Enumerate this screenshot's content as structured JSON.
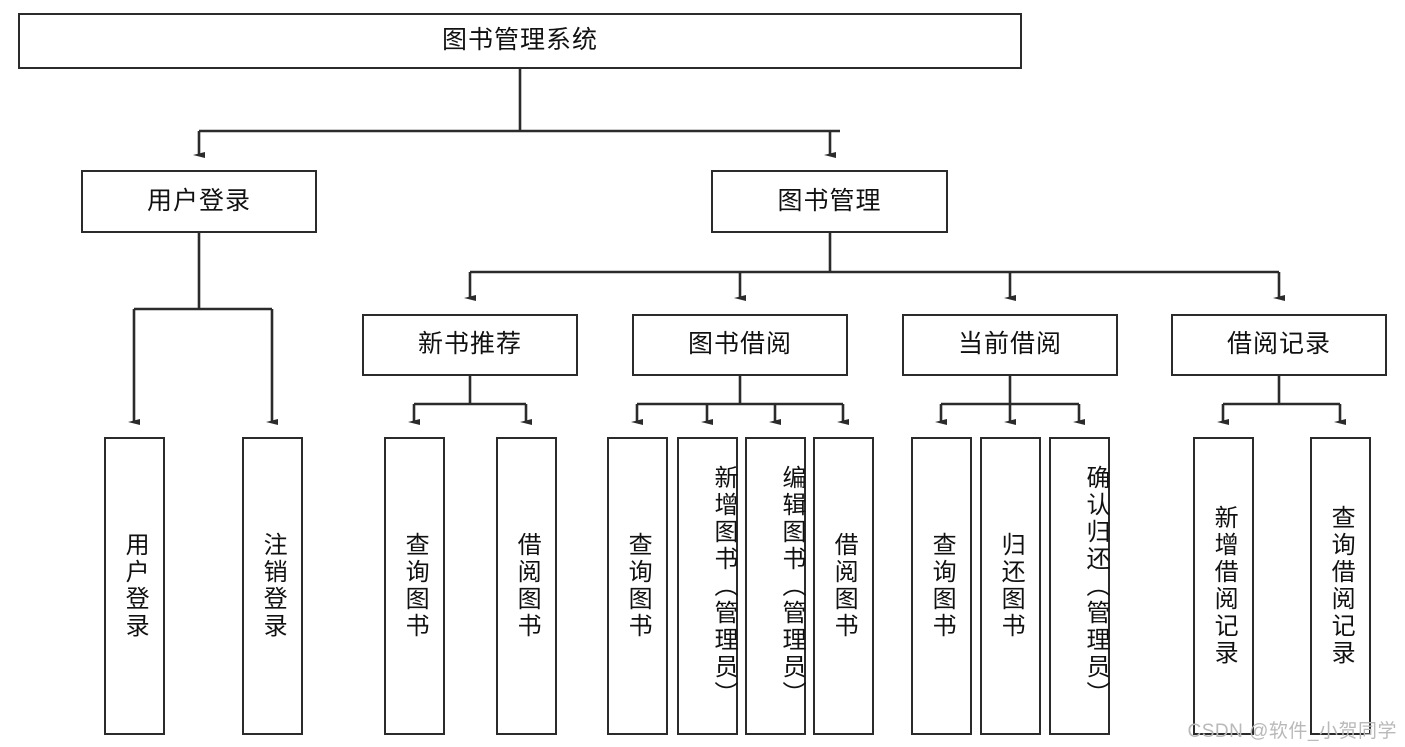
{
  "diagram": {
    "title": "图书管理系统",
    "root": {
      "label": "图书管理系统"
    },
    "level2": [
      {
        "label": "用户登录"
      },
      {
        "label": "图书管理"
      }
    ],
    "level3": [
      {
        "label": "新书推荐"
      },
      {
        "label": "图书借阅"
      },
      {
        "label": "当前借阅"
      },
      {
        "label": "借阅记录"
      }
    ],
    "leaves": {
      "user_login": [
        {
          "label": "用户登录"
        },
        {
          "label": "注销登录"
        }
      ],
      "new_book": [
        {
          "label": "查询图书"
        },
        {
          "label": "借阅图书"
        }
      ],
      "book_borrow": [
        {
          "label": "查询图书"
        },
        {
          "label": "新增图书（管理员）"
        },
        {
          "label": "编辑图书（管理员）"
        },
        {
          "label": "借阅图书"
        }
      ],
      "current_borrow": [
        {
          "label": "查询图书"
        },
        {
          "label": "归还图书"
        },
        {
          "label": "确认归还（管理员）"
        }
      ],
      "borrow_record": [
        {
          "label": "新增借阅记录"
        },
        {
          "label": "查询借阅记录"
        }
      ]
    }
  },
  "watermark": {
    "text": "CSDN @软件_小贺同学"
  },
  "colors": {
    "stroke": "#2b2b2b",
    "fill": "#ffffff",
    "text": "#111111",
    "watermark": "#b9b9b9"
  }
}
